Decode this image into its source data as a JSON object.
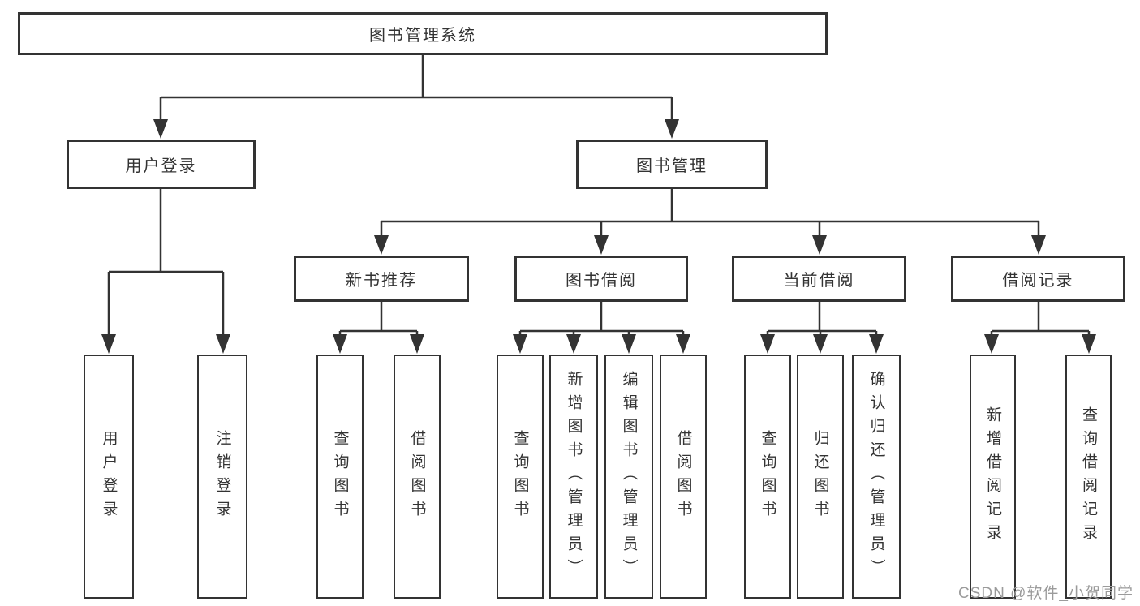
{
  "diagram": {
    "type": "hierarchy-tree",
    "orientation": "top-down",
    "colors": {
      "background": "#ffffff",
      "line": "#333333",
      "box_border": "#333333",
      "text": "#333333",
      "watermark": "#9b9b9b"
    },
    "tree": {
      "label": "图书管理系统",
      "children": [
        {
          "label": "用户登录",
          "children": [
            {
              "label": "用户登录"
            },
            {
              "label": "注销登录"
            }
          ]
        },
        {
          "label": "图书管理",
          "children": [
            {
              "label": "新书推荐",
              "children": [
                {
                  "label": "查询图书"
                },
                {
                  "label": "借阅图书"
                }
              ]
            },
            {
              "label": "图书借阅",
              "children": [
                {
                  "label": "查询图书"
                },
                {
                  "label": "新增图书（管理员）"
                },
                {
                  "label": "编辑图书（管理员）"
                },
                {
                  "label": "借阅图书"
                }
              ]
            },
            {
              "label": "当前借阅",
              "children": [
                {
                  "label": "查询图书"
                },
                {
                  "label": "归还图书"
                },
                {
                  "label": "确认归还（管理员）"
                }
              ]
            },
            {
              "label": "借阅记录",
              "children": [
                {
                  "label": "新增借阅记录"
                },
                {
                  "label": "查询借阅记录"
                }
              ]
            }
          ]
        }
      ]
    },
    "watermark": {
      "text": "CSDN @软件_小贺同学"
    }
  }
}
